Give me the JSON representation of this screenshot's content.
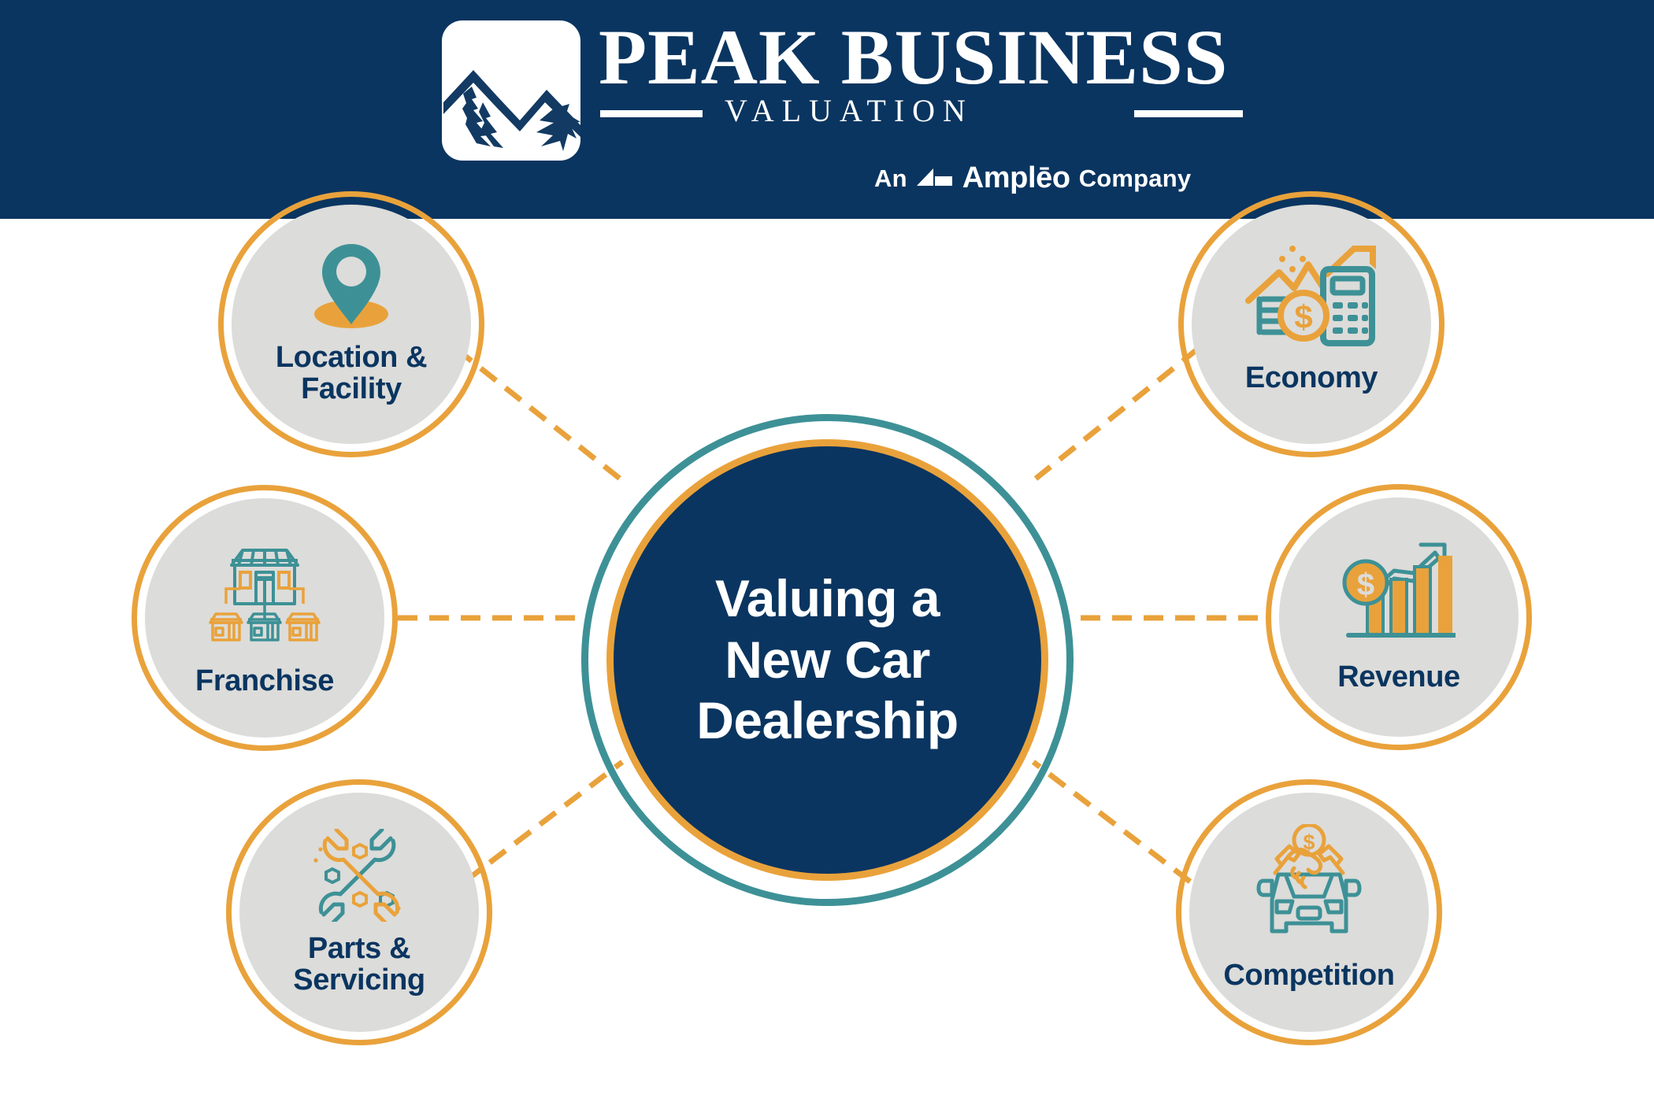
{
  "header": {
    "brand_line1": "PEAK BUSINESS",
    "brand_line2": "VALUATION",
    "tagline_prefix": "An",
    "tagline_brand": "Amplēo",
    "tagline_suffix": "Company",
    "logo_icon": "mountain-peaks-logo",
    "ampleo_icon": "ampleo-mountain-glyph",
    "background_color": "#0a3560"
  },
  "center": {
    "title": "Valuing a\nNew Car\nDealership",
    "fill_color": "#0a3560",
    "inner_ring_color": "#e9a23b",
    "outer_ring_color": "#3d9196",
    "text_color": "#ffffff"
  },
  "theme": {
    "navy": "#0a3560",
    "orange": "#e9a23b",
    "teal": "#3d9196",
    "gray_fill": "#dcdcda",
    "white": "#ffffff",
    "connector_color": "#e9a23b",
    "connector_style": "dashed"
  },
  "nodes": [
    {
      "id": "location-facility",
      "label": "Location &\nFacility",
      "icon": "map-pin-icon",
      "side": "left",
      "position": "top-left"
    },
    {
      "id": "franchise",
      "label": "Franchise",
      "icon": "storefront-network-icon",
      "side": "left",
      "position": "middle-left"
    },
    {
      "id": "parts-servicing",
      "label": "Parts &\nServicing",
      "icon": "crossed-wrenches-icon",
      "side": "left",
      "position": "bottom-left"
    },
    {
      "id": "economy",
      "label": "Economy",
      "icon": "calculator-growth-chart-icon",
      "side": "right",
      "position": "top-right"
    },
    {
      "id": "revenue",
      "label": "Revenue",
      "icon": "bar-chart-dollar-icon",
      "side": "right",
      "position": "middle-right"
    },
    {
      "id": "competition",
      "label": "Competition",
      "icon": "car-handshake-icon",
      "side": "right",
      "position": "bottom-right"
    }
  ]
}
